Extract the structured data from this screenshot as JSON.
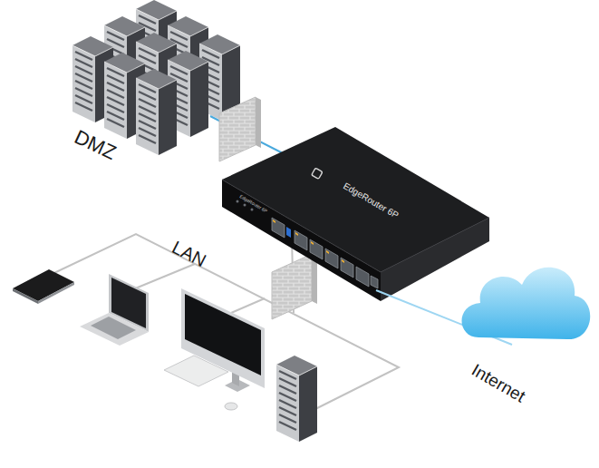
{
  "diagram": {
    "labels": [
      "DMZ",
      "LAN",
      "Internet",
      "EdgeRouter 6P",
      "EdgeRouter 6P"
    ]
  }
}
